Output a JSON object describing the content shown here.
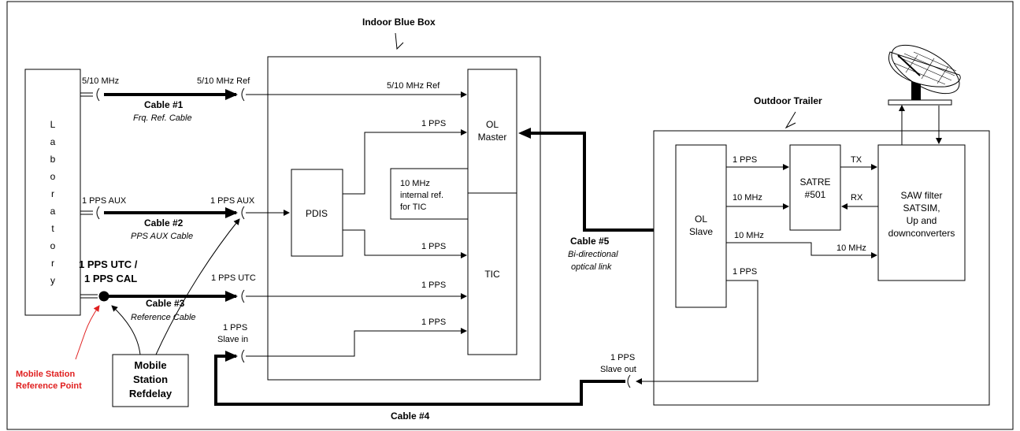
{
  "diagram": {
    "labels": {
      "indoor_blue_box": "Indoor Blue Box",
      "outdoor_trailer": "Outdoor Trailer",
      "laboratory": [
        "L",
        "a",
        "b",
        "o",
        "r",
        "a",
        "t",
        "o",
        "r",
        "y"
      ],
      "mobile_station_refdelay": [
        "Mobile",
        "Station",
        "Refdelay"
      ],
      "mobile_station_reference_point": [
        "Mobile Station",
        "Reference Point"
      ],
      "pdis": "PDIS",
      "ol_master": [
        "OL",
        "Master"
      ],
      "tic": "TIC",
      "tic_internal_ref": [
        "10 MHz",
        "internal ref.",
        "for TIC"
      ],
      "ol_slave": [
        "OL",
        "Slave"
      ],
      "satre": [
        "SATRE",
        "#501"
      ],
      "saw_filter": [
        "SAW filter",
        "SATSIM,",
        "Up and",
        "downconverters"
      ]
    },
    "cables": {
      "cable1": {
        "name": "Cable #1",
        "desc": "Frq. Ref. Cable"
      },
      "cable2": {
        "name": "Cable #2",
        "desc": "PPS AUX Cable"
      },
      "cable3": {
        "name": "Cable #3",
        "desc": "Reference Cable"
      },
      "cable4": {
        "name": "Cable #4"
      },
      "cable5": {
        "name": "Cable #5",
        "desc": [
          "Bi-directional",
          "optical link"
        ]
      }
    },
    "ports": {
      "lab_5_10": "5/10 MHz",
      "lab_1pps_aux": "1 PPS AUX",
      "lab_1pps_utc": [
        "1 PPS UTC /",
        "1 PPS CAL"
      ],
      "box_5_10_ref": "5/10 MHz Ref",
      "box_1pps_aux": "1 PPS AUX",
      "box_1pps_utc": "1 PPS UTC",
      "box_slave_in": [
        "1 PPS",
        "Slave in"
      ],
      "trailer_slave_out": [
        "1 PPS",
        "Slave out"
      ]
    },
    "signals": {
      "sig_5_10_ref": "5/10 MHz Ref",
      "sig_1pps_master": "1 PPS",
      "sig_1pps_pdis_tic": "1 PPS",
      "sig_1pps_utc_tic": "1 PPS",
      "sig_1pps_slave_tic": "1 PPS",
      "sig_slave_1pps": "1 PPS",
      "sig_slave_10mhz": "10 MHz",
      "sig_slave_10mhz_2": "10 MHz",
      "sig_saw_10mhz": "10 MHz",
      "sig_slave_1pps_out": "1 PPS",
      "sig_tx": "TX",
      "sig_rx": "RX"
    }
  }
}
